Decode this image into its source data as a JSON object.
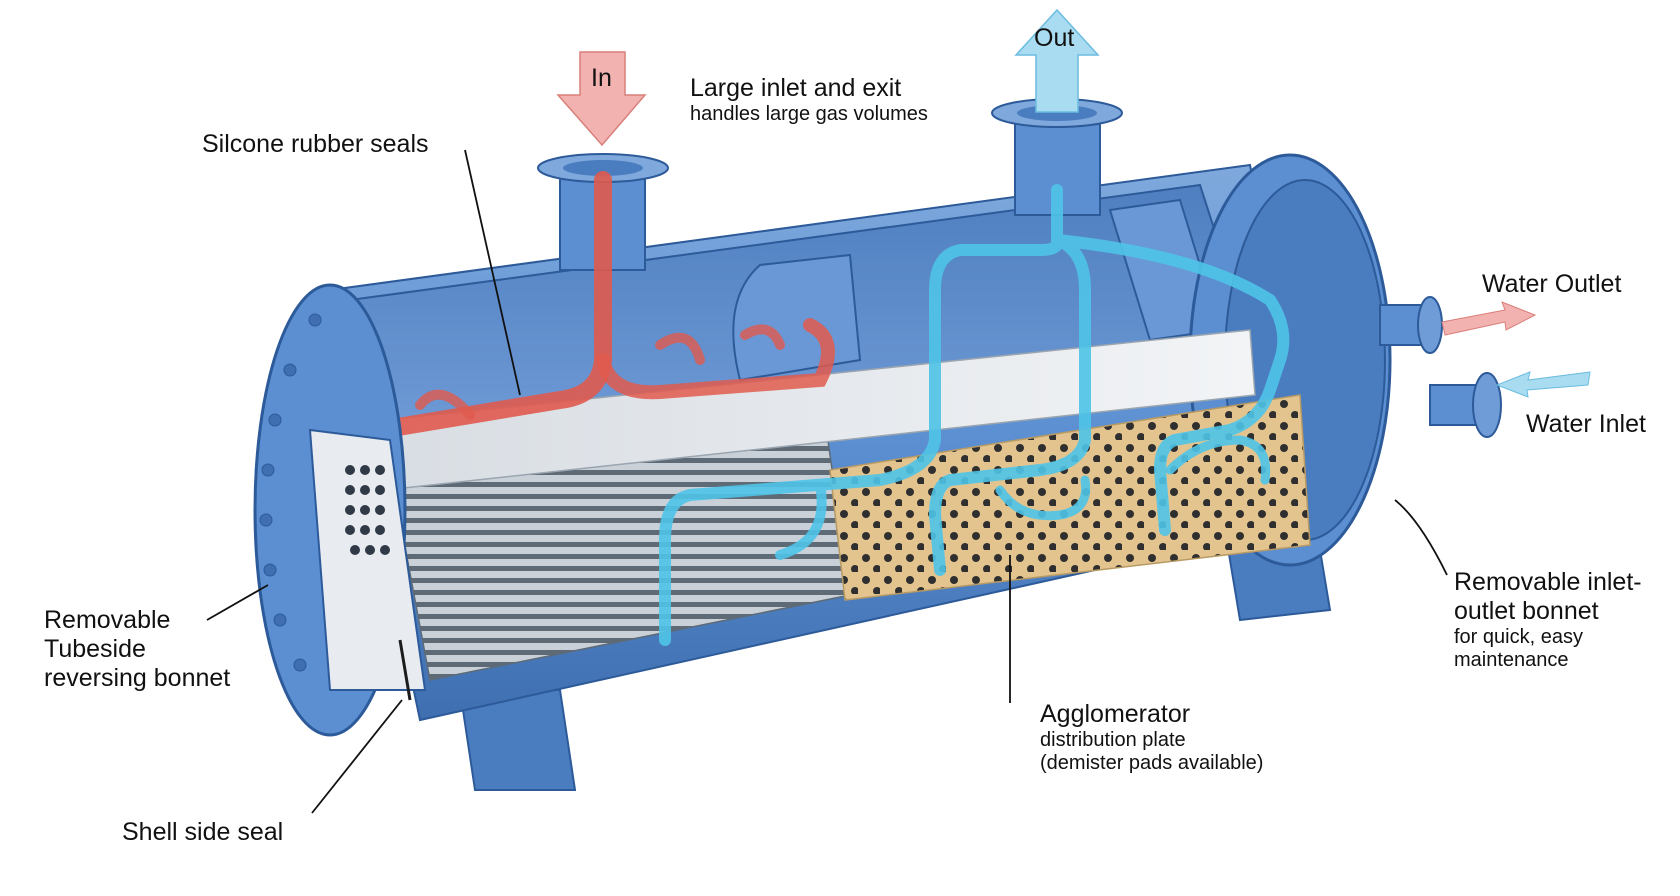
{
  "flows": {
    "in": "In",
    "out": "Out"
  },
  "labels": {
    "large_inlet": {
      "title": "Large inlet and exit",
      "sub": "handles large gas volumes"
    },
    "silicone_seals": "Silcone rubber seals",
    "water_outlet": "Water Outlet",
    "water_inlet": "Water Inlet",
    "tubeside_bonnet": [
      "Removable",
      "Tubeside",
      "reversing bonnet"
    ],
    "shell_seal": "Shell side seal",
    "agglomerator": {
      "title": "Agglomerator",
      "sub": [
        "distribution plate",
        "(demister pads available)"
      ]
    },
    "inlet_outlet_bonnet": {
      "title": [
        "Removable inlet-",
        "outlet bonnet"
      ],
      "sub": [
        "for quick, easy",
        "maintenance"
      ]
    }
  },
  "colors": {
    "shell": "#5b8fd1",
    "shell_dark": "#3f6fb0",
    "shell_light": "#8fb6e6",
    "hot_gas": "#e05a4e",
    "cool_gas": "#4fc4e8",
    "in_arrow": "#f2b3b0",
    "out_arrow": "#a9dcf0",
    "tubes": "#6d7a86",
    "agglomerator": "#e3c48f"
  }
}
